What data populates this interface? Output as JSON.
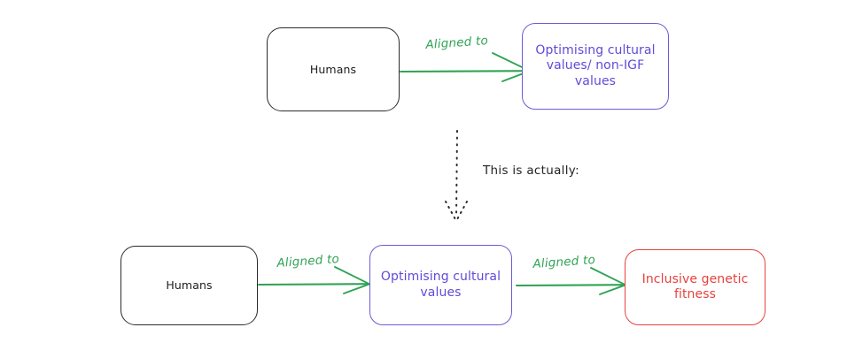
{
  "diagram": {
    "title_note": "This is actually:",
    "colors": {
      "ink_black": "#2b2b2b",
      "purple": "#6c5cd6",
      "red": "#e8413c",
      "green": "#30a355",
      "background": "#ffffff"
    },
    "top_row": {
      "source_node": {
        "label": "Humans",
        "color": "#2b2b2b"
      },
      "edge": {
        "label": "Aligned to",
        "color": "#30a355",
        "style": "solid-arrow"
      },
      "target_node": {
        "label": "Optimising cultural\nvalues/ non-IGF\nvalues",
        "color": "#6c5cd6"
      }
    },
    "connector": {
      "note": "This is actually:",
      "style": "dotted-arrow-down",
      "color": "#2b2b2b"
    },
    "bottom_row": {
      "source_node": {
        "label": "Humans",
        "color": "#2b2b2b"
      },
      "edge_one": {
        "label": "Aligned to",
        "color": "#30a355",
        "style": "solid-arrow"
      },
      "middle_node": {
        "label": "Optimising cultural\nvalues",
        "color": "#6c5cd6"
      },
      "edge_two": {
        "label": "Aligned to",
        "color": "#30a355",
        "style": "solid-arrow"
      },
      "target_node": {
        "label": "Inclusive genetic\nfitness",
        "color": "#e8413c"
      }
    }
  }
}
